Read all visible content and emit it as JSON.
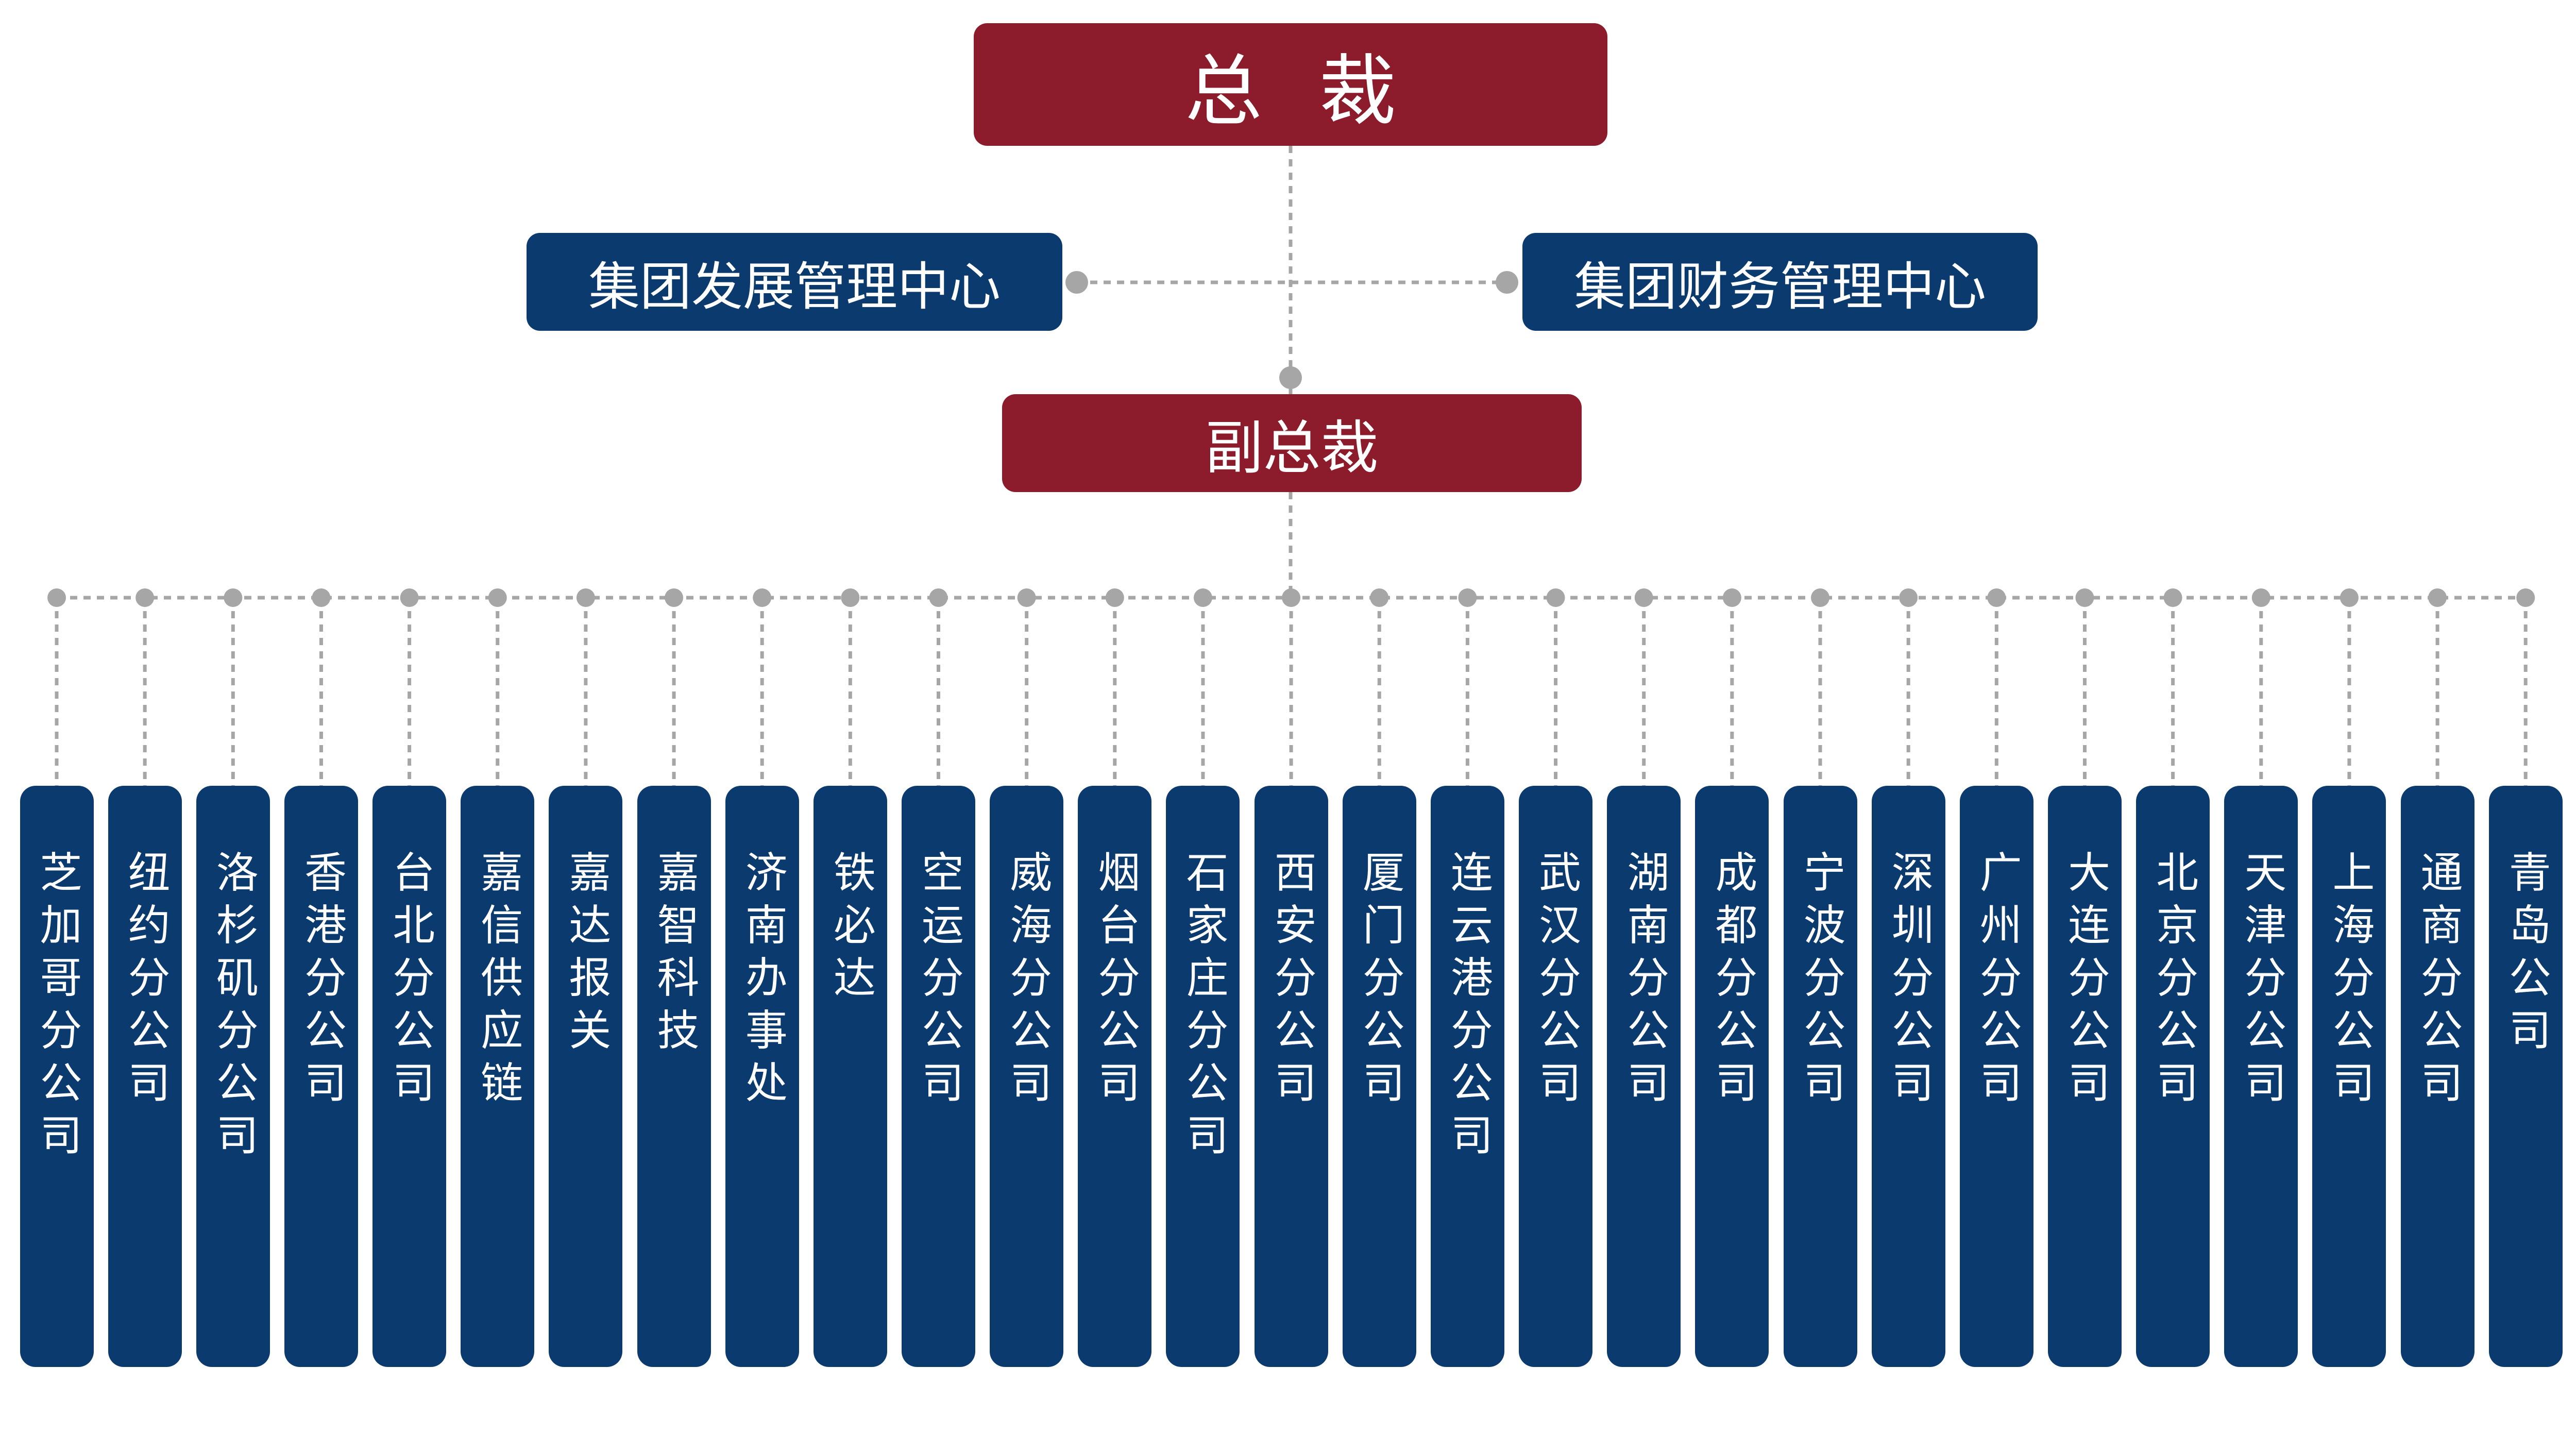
{
  "diagram": {
    "ceo": "总裁",
    "vice_president": "副总裁",
    "management_centers": [
      "集团发展管理中心",
      "集团财务管理中心"
    ],
    "branches": [
      "芝加哥分公司",
      "纽约分公司",
      "洛杉矶分公司",
      "香港分公司",
      "台北分公司",
      "嘉信供应链",
      "嘉达报关",
      "嘉智科技",
      "济南办事处",
      "铁必达",
      "空运分公司",
      "威海分公司",
      "烟台分公司",
      "石家庄分公司",
      "西安分公司",
      "厦门分公司",
      "连云港分公司",
      "武汉分公司",
      "湖南分公司",
      "成都分公司",
      "宁波分公司",
      "深圳分公司",
      "广州分公司",
      "大连分公司",
      "北京分公司",
      "天津分公司",
      "上海分公司",
      "通商分公司",
      "青岛公司"
    ],
    "colors": {
      "executive": "#8c1c2c",
      "unit": "#0b3a6e",
      "connector": "#a6a6a6"
    }
  }
}
